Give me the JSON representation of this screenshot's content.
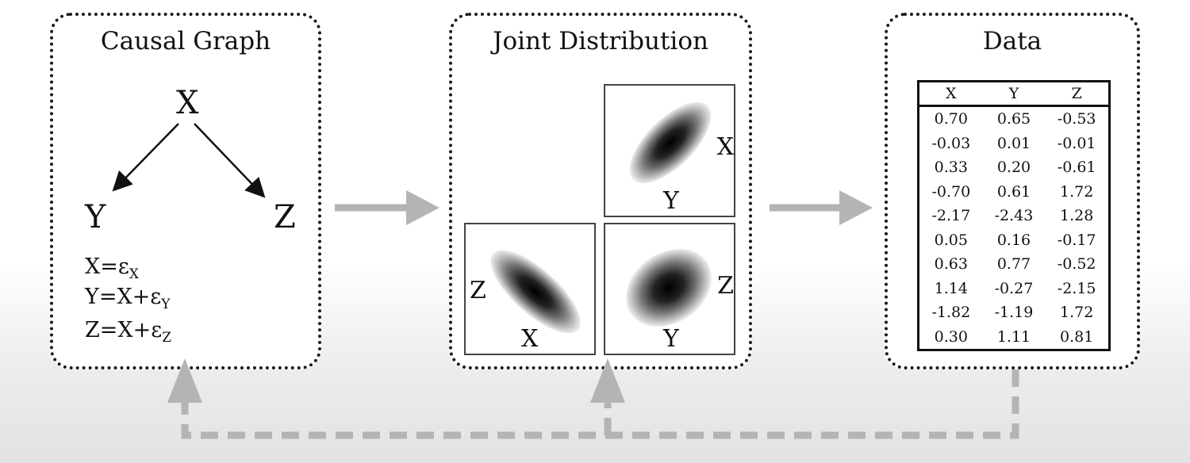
{
  "causal_graph": {
    "title": "Causal Graph",
    "nodes": {
      "x": "X",
      "y": "Y",
      "z": "Z"
    },
    "equations": [
      {
        "lhs": "X=ε",
        "sub": "X"
      },
      {
        "lhs": "Y=X+ε",
        "sub": "Y"
      },
      {
        "lhs": "Z=X+ε",
        "sub": "Z"
      }
    ]
  },
  "joint_distribution": {
    "title": "Joint Distribution",
    "plots": [
      {
        "name": "xy",
        "right_label": "X",
        "bottom_label": "Y"
      },
      {
        "name": "zx",
        "left_label": "Z",
        "bottom_label": "X"
      },
      {
        "name": "zy",
        "right_label": "Z",
        "bottom_label": "Y"
      }
    ]
  },
  "data": {
    "title": "Data",
    "columns": [
      "X",
      "Y",
      "Z"
    ],
    "rows": [
      [
        "0.70",
        "0.65",
        "-0.53"
      ],
      [
        "-0.03",
        "0.01",
        "-0.01"
      ],
      [
        "0.33",
        "0.20",
        "-0.61"
      ],
      [
        "-0.70",
        "0.61",
        "1.72"
      ],
      [
        "-2.17",
        "-2.43",
        "1.28"
      ],
      [
        "0.05",
        "0.16",
        "-0.17"
      ],
      [
        "0.63",
        "0.77",
        "-0.52"
      ],
      [
        "1.14",
        "-0.27",
        "-2.15"
      ],
      [
        "-1.82",
        "-1.19",
        "1.72"
      ],
      [
        "0.30",
        "1.11",
        "0.81"
      ]
    ]
  },
  "colors": {
    "arrow_gray": "#b4b4b4",
    "dashed_gray": "#b4b4b4",
    "border": "#1a1a1a"
  }
}
